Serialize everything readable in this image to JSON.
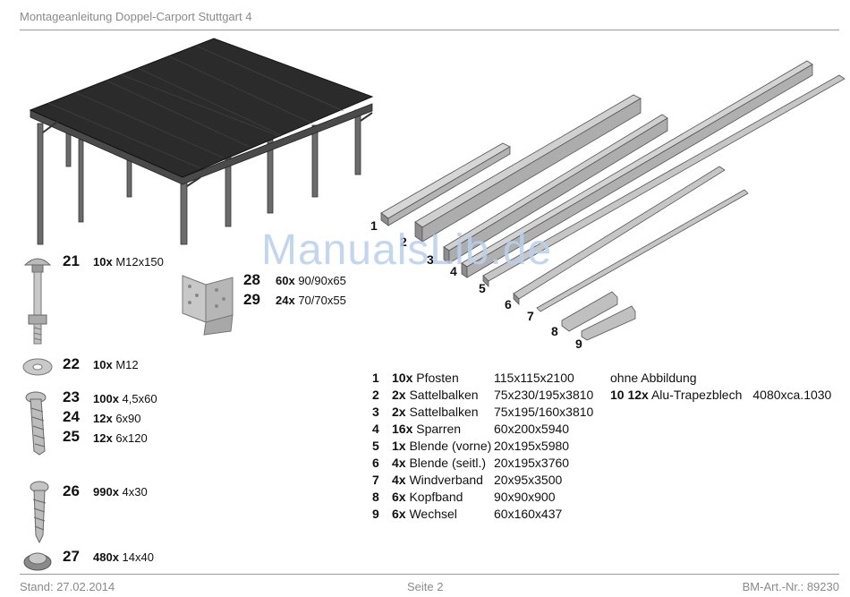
{
  "header": {
    "title": "Montageanleitung Doppel-Carport Stuttgart 4"
  },
  "footer": {
    "date": "Stand: 27.02.2014",
    "page": "Seite 2",
    "article": "BM-Art.-Nr.: 89230"
  },
  "watermark": "ManualsLib.de",
  "hardware": [
    {
      "num": "21",
      "qty": "10x",
      "spec": "M12x150"
    },
    {
      "num": "22",
      "qty": "10x",
      "spec": "M12"
    },
    {
      "num": "23",
      "qty": "100x",
      "spec": "4,5x60"
    },
    {
      "num": "24",
      "qty": "12x",
      "spec": "6x90"
    },
    {
      "num": "25",
      "qty": "12x",
      "spec": "6x120"
    },
    {
      "num": "26",
      "qty": "990x",
      "spec": "4x30"
    },
    {
      "num": "27",
      "qty": "480x",
      "spec": "14x40"
    },
    {
      "num": "28",
      "qty": "60x",
      "spec": "90/90x65"
    },
    {
      "num": "29",
      "qty": "24x",
      "spec": "70/70x55"
    }
  ],
  "parts": [
    {
      "num": "1",
      "qty": "10x",
      "name": "Pfosten",
      "dim": "115x115x2100"
    },
    {
      "num": "2",
      "qty": "2x",
      "name": "Sattelbalken",
      "dim": "75x230/195x3810"
    },
    {
      "num": "3",
      "qty": "2x",
      "name": "Sattelbalken",
      "dim": "75x195/160x3810"
    },
    {
      "num": "4",
      "qty": "16x",
      "name": "Sparren",
      "dim": "60x200x5940"
    },
    {
      "num": "5",
      "qty": "1x",
      "name": "Blende (vorne)",
      "dim": "20x195x5980"
    },
    {
      "num": "6",
      "qty": "4x",
      "name": "Blende (seitl.)",
      "dim": "20x195x3760"
    },
    {
      "num": "7",
      "qty": "4x",
      "name": "Windverband",
      "dim": "20x95x3500"
    },
    {
      "num": "8",
      "qty": "6x",
      "name": "Kopfband",
      "dim": "90x90x900"
    },
    {
      "num": "9",
      "qty": "6x",
      "name": "Wechsel",
      "dim": "60x160x437"
    }
  ],
  "extra": {
    "heading": "ohne Abbildung",
    "num": "10",
    "qty": "12x",
    "name": "Alu-Trapezblech",
    "dim": "4080xca.1030"
  },
  "beam_labels": [
    "1",
    "2",
    "3",
    "4",
    "5",
    "6",
    "7",
    "8",
    "9"
  ],
  "colors": {
    "roof": "#2b2b2b",
    "wood": "#bdbdbd",
    "wood_dark": "#7a7a7a",
    "watermark": "#b9d0ee"
  }
}
